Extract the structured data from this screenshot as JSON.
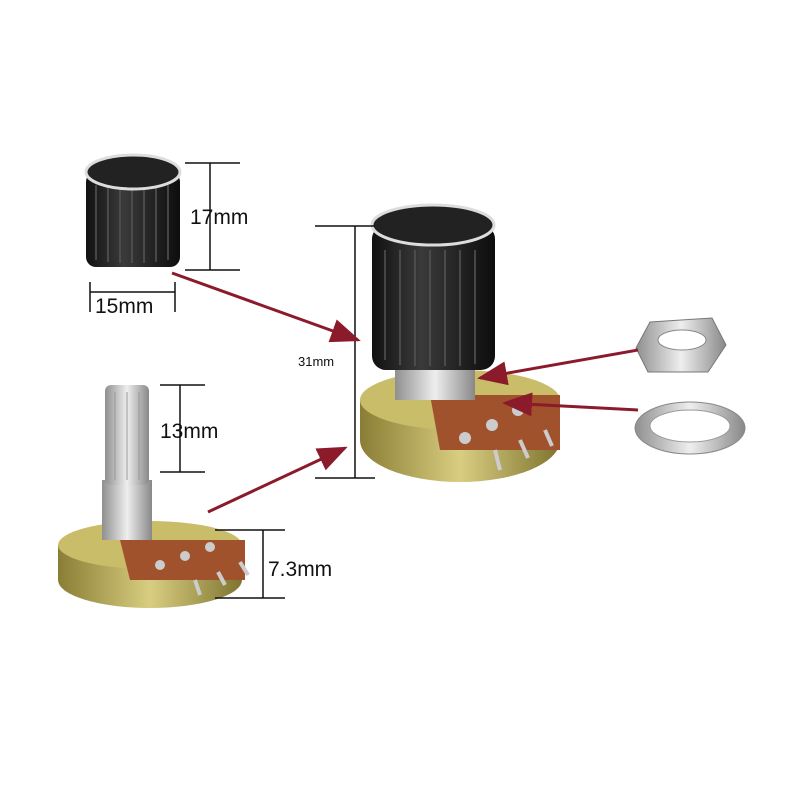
{
  "dimensions": {
    "knob_height": "17mm",
    "knob_diameter": "15mm",
    "total_height": "31mm",
    "shaft_length": "13mm",
    "body_height": "7.3mm"
  },
  "colors": {
    "arrow": "#8b1a2b",
    "knob": "#1c1c1c",
    "metal": "#b9b9b9",
    "pcb": "#a0522d",
    "body": "#b8a848"
  }
}
